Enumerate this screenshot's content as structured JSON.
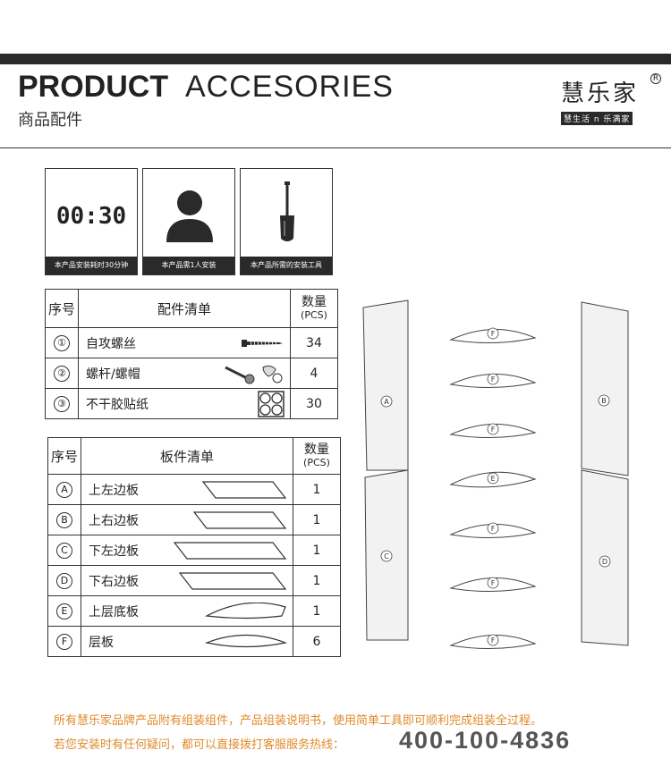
{
  "header": {
    "title_bold": "PRODUCT",
    "title_light": "ACCESORIES",
    "subtitle": "商品配件",
    "logo_main": "慧乐家",
    "logo_sub": "慧生活 n 乐满家"
  },
  "info_cards": [
    {
      "icon": "clock-icon",
      "display": "00:30",
      "caption": "本产品安装耗时30分钟"
    },
    {
      "icon": "person-icon",
      "caption": "本产品需1人安装"
    },
    {
      "icon": "screwdriver-icon",
      "caption": "本产品所需的安装工具"
    }
  ],
  "accessories": {
    "col_num": "序号",
    "col_name": "配件清单",
    "col_qty": "数量",
    "col_qty_unit": "(PCS)",
    "rows": [
      {
        "num": "①",
        "name": "自攻螺丝",
        "qty": "34",
        "icon": "screw-icon"
      },
      {
        "num": "②",
        "name": "螺杆/螺帽",
        "qty": "4",
        "icon": "bolt-nut-icon"
      },
      {
        "num": "③",
        "name": "不干胶贴纸",
        "qty": "30",
        "icon": "sticker-icon"
      }
    ]
  },
  "boards": {
    "col_num": "序号",
    "col_name": "板件清单",
    "col_qty": "数量",
    "col_qty_unit": "(PCS)",
    "rows": [
      {
        "num": "A",
        "name": "上左边板",
        "qty": "1",
        "shape": "long-panel"
      },
      {
        "num": "B",
        "name": "上右边板",
        "qty": "1",
        "shape": "long-panel"
      },
      {
        "num": "C",
        "name": "下左边板",
        "qty": "1",
        "shape": "long-panel"
      },
      {
        "num": "D",
        "name": "下右边板",
        "qty": "1",
        "shape": "long-panel"
      },
      {
        "num": "E",
        "name": "上层底板",
        "qty": "1",
        "shape": "arc-shelf"
      },
      {
        "num": "F",
        "name": "层板",
        "qty": "6",
        "shape": "arc-shelf"
      }
    ]
  },
  "diagram_labels": {
    "panel_a": "A",
    "panel_b": "B",
    "panel_c": "C",
    "panel_d": "D",
    "shelves": [
      "F",
      "F",
      "F",
      "E",
      "F",
      "F",
      "F"
    ]
  },
  "footer": {
    "line1": "所有慧乐家品牌产品附有组装组件，产品组装说明书，使用简单工具即可顺利完成组装全过程。",
    "line2": "若您安装时有任何疑问，都可以直接拨打客服服务热线：",
    "phone": "400-100-4836"
  },
  "colors": {
    "dark": "#2a2a2a",
    "accent": "#e08a2a"
  }
}
